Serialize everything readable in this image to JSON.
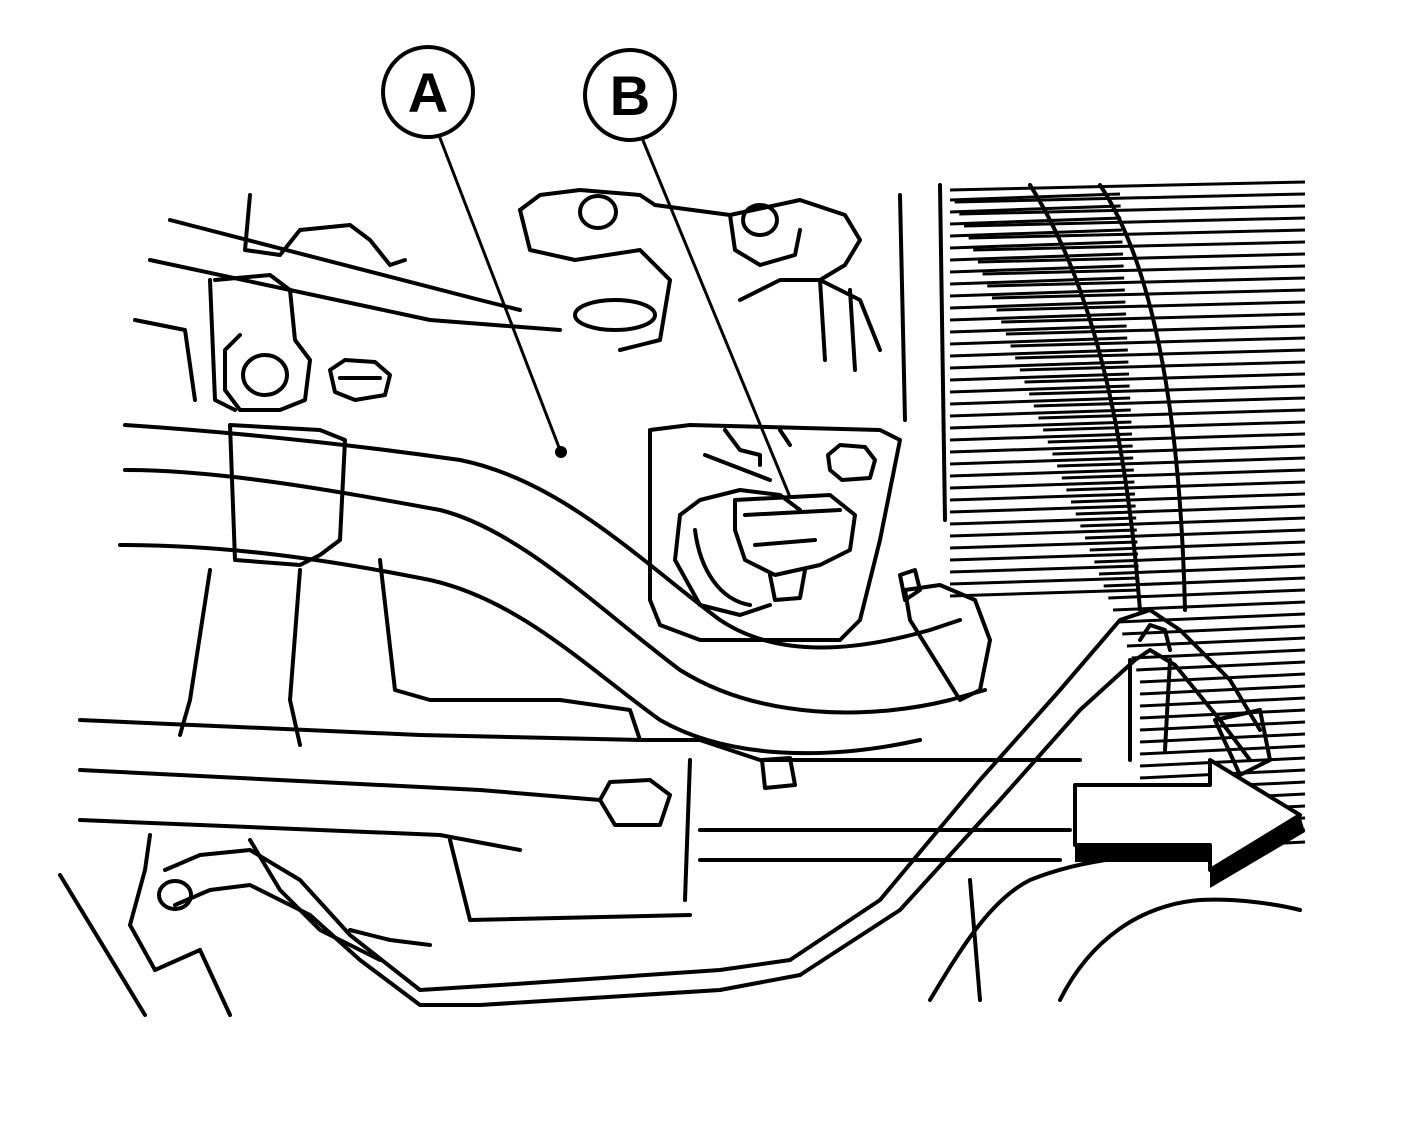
{
  "callouts": [
    {
      "id": "A",
      "label": "A"
    },
    {
      "id": "B",
      "label": "B"
    }
  ],
  "colors": {
    "line": "#000000",
    "background": "#ffffff"
  },
  "icons": {
    "direction_arrow": "arrow-right-icon"
  }
}
